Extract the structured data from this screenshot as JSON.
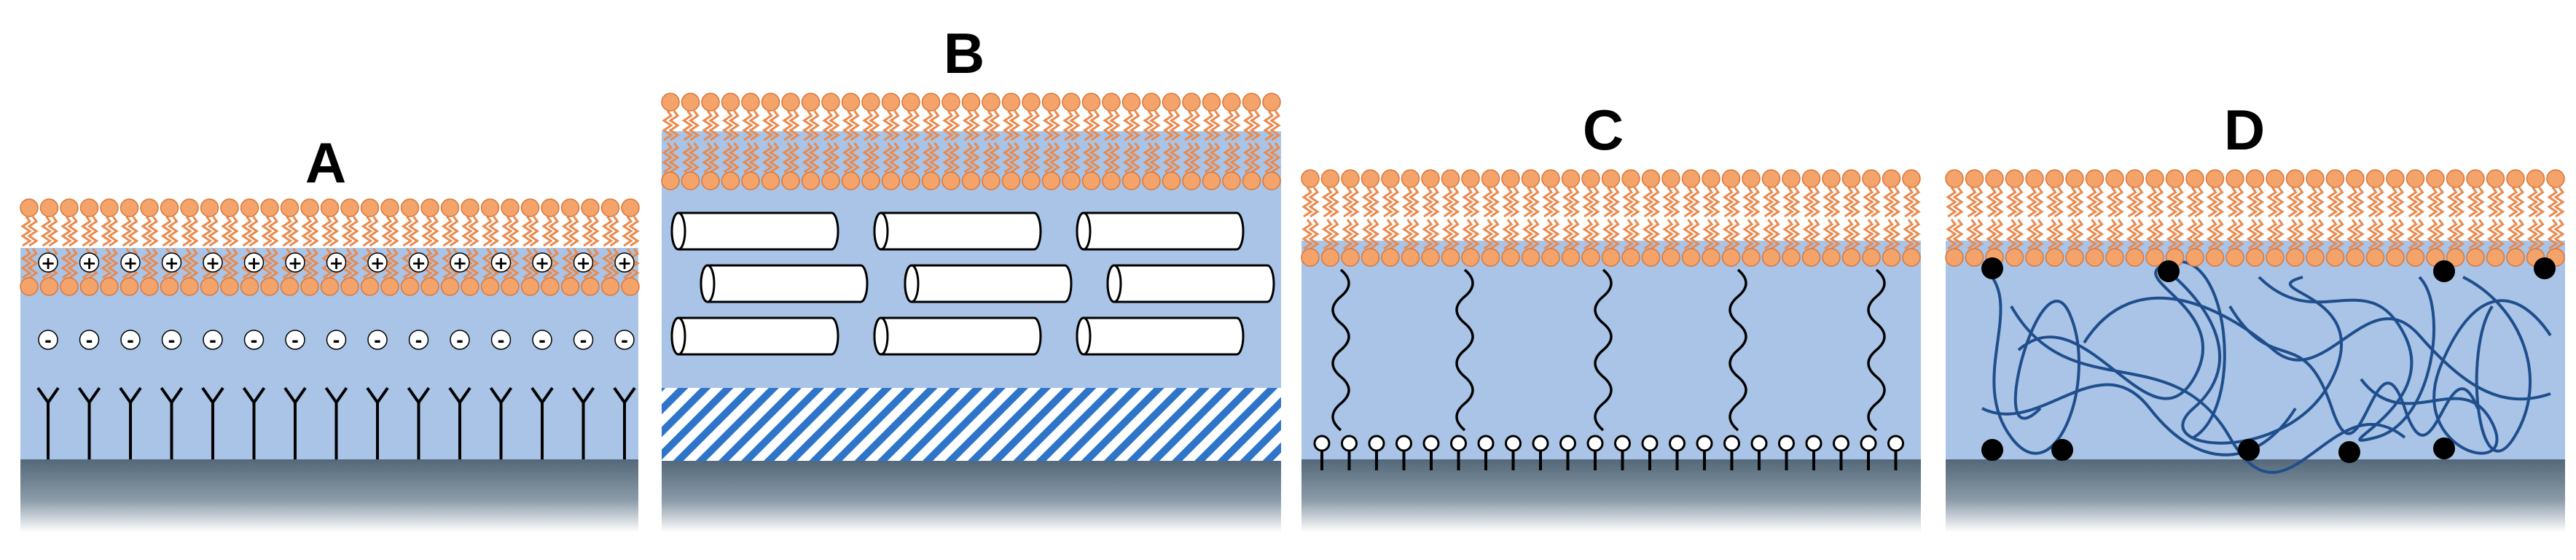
{
  "panels": [
    {
      "id": "A",
      "label": "A",
      "type": "charged-layers"
    },
    {
      "id": "B",
      "label": "B",
      "type": "rod-cushion"
    },
    {
      "id": "C",
      "label": "C",
      "type": "tethered-linkers"
    },
    {
      "id": "D",
      "label": "D",
      "type": "polymer-network"
    }
  ],
  "signs": {
    "positive": "+",
    "negative": "-"
  },
  "colors": {
    "water": "#a9c4e6",
    "headgroup": "#f4a36b",
    "headgroup_edge": "#d9773a",
    "tail": "#e98a4e",
    "substrate_top": "#536879",
    "substrate_bottom": "#ffffff",
    "hatch": "#2e75c9",
    "polymer": "#1f4e8c",
    "dark": "#000000"
  }
}
